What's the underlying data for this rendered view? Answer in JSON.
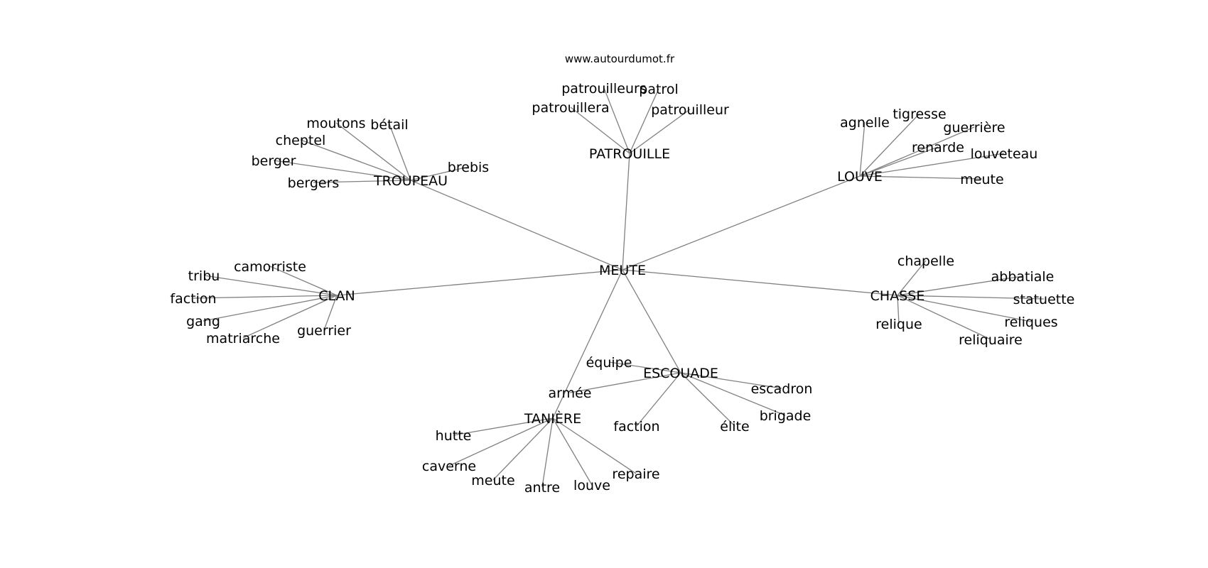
{
  "credit": "www.autourdumot.fr",
  "edge_color": "#808080",
  "text_color": "#000000",
  "graph": {
    "root": "MEUTE",
    "clusters": [
      {
        "id": "troupeau",
        "label": "TROUPEAU",
        "children": [
          "moutons",
          "bétail",
          "cheptel",
          "berger",
          "bergers",
          "brebis"
        ]
      },
      {
        "id": "patrouille",
        "label": "PATROUILLE",
        "children": [
          "patrouilleurs",
          "patrol",
          "patrouillera",
          "patrouilleur"
        ]
      },
      {
        "id": "louve",
        "label": "LOUVE",
        "children": [
          "agnelle",
          "tigresse",
          "guerrière",
          "renarde",
          "louveteau",
          "meute"
        ]
      },
      {
        "id": "clan",
        "label": "CLAN",
        "children": [
          "camorriste",
          "tribu",
          "faction",
          "gang",
          "matriarche",
          "guerrier"
        ]
      },
      {
        "id": "chasse",
        "label": "CHASSE",
        "children": [
          "chapelle",
          "abbatiale",
          "statuette",
          "reliques",
          "reliquaire",
          "relique"
        ]
      },
      {
        "id": "escouade",
        "label": "ESCOUADE",
        "children": [
          "équipe",
          "armée",
          "escadron",
          "brigade",
          "élite",
          "faction"
        ]
      },
      {
        "id": "taniere",
        "label": "TANIÈRE",
        "children": [
          "hutte",
          "caverne",
          "meute",
          "antre",
          "louve",
          "repaire"
        ]
      }
    ]
  }
}
